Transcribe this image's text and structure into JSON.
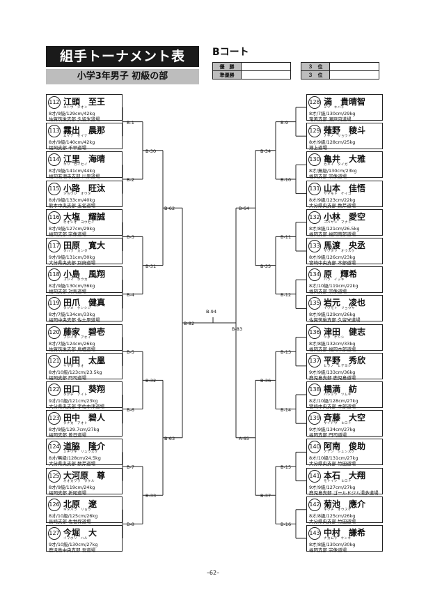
{
  "header": {
    "title": "組手トーナメント表",
    "subtitle": "小学3年男子 初級の部",
    "court": "Bコート"
  },
  "places": {
    "first": "優　勝",
    "second": "準優勝",
    "third": "３　位"
  },
  "left_players": [
    {
      "num": "112",
      "name": "江頭　至王",
      "kana": "エトウ　ジオン",
      "info": "8才/9級/129cm/42kg",
      "club": "佐賀筑後支部 久留米道場"
    },
    {
      "num": "113",
      "name": "霧出　晨那",
      "kana": "ムイデ　セイナ",
      "info": "8才/9級/140cm/42kg",
      "club": "福岡支部 千早道場"
    },
    {
      "num": "114",
      "name": "江里　海晴",
      "kana": "エリ　カイセイ",
      "info": "8才/9級/141cm/44kg",
      "club": "福岡若潮寺支部 川原道場"
    },
    {
      "num": "115",
      "name": "小路　旺汰",
      "kana": "ショウジ　オウタ",
      "info": "8才/9級/133cm/40kg",
      "club": "熊本中央支部 玉名道場"
    },
    {
      "num": "116",
      "name": "大塩　耀誠",
      "kana": "オオシオ　ヨウセイ",
      "info": "8才/9級/127cm/29kg",
      "club": "福岡支部 宗像道場"
    },
    {
      "num": "117",
      "name": "田原　寛大",
      "kana": "タハラ　カンタ",
      "info": "9才/9級/131cm/30kg",
      "club": "大分県央支部 別府道場"
    },
    {
      "num": "118",
      "name": "小島　風翔",
      "kana": "コジマ　ホウカ",
      "info": "8才/9級/130cm/36kg",
      "club": "福岡支部 対馬道場"
    },
    {
      "num": "119",
      "name": "田爪　健真",
      "kana": "タヅメ　ケンシン",
      "info": "8才/7級/134cm/33kg",
      "club": "福岡中央支部 佐土原道場"
    },
    {
      "num": "120",
      "name": "藤家　碧壱",
      "kana": "フジイエ　アオイ",
      "info": "8才/7級/124cm/26kg",
      "club": "佐賀筑後支部 鳥栖道場"
    },
    {
      "num": "121",
      "name": "山田　太凰",
      "kana": "ヤマダ　タオ",
      "info": "8才/10級/123cm/23.5kg",
      "club": "福岡支部 門司道場"
    },
    {
      "num": "122",
      "name": "田口　葵翔",
      "kana": "タグチ　アイト",
      "info": "9才/10級/121cm/23kg",
      "club": "大分県央支部 宇佐中津道場"
    },
    {
      "num": "123",
      "name": "田中　碧人",
      "kana": "タナカ　アオト",
      "info": "8才/9級/129.7cm/27kg",
      "club": "福岡支部 曽日道場"
    },
    {
      "num": "124",
      "name": "道脇　隆介",
      "kana": "ミチワキ　リュウスケ",
      "info": "8才/無級/128cm/24.5kg",
      "club": "大分県央支部 数芹道場"
    },
    {
      "num": "125",
      "name": "大河原　尊",
      "kana": "オオカワラ　タケル",
      "info": "8才/9級/119cm/24kg",
      "club": "福岡支部 折尾道場"
    },
    {
      "num": "126",
      "name": "北原　遼",
      "kana": "キタハラ　リョウ",
      "info": "8才/10級/125cm/26kg",
      "club": "長崎支部 佐世保道場"
    },
    {
      "num": "127",
      "name": "今堀　大",
      "kana": "イマホリ　ハル",
      "info": "9才/10級/130cm/27kg",
      "club": "鹿児島中央支部 吾道場"
    }
  ],
  "right_players": [
    {
      "num": "128",
      "name": "満　貴晴智",
      "kana": "ミツ　キハチ",
      "info": "8才/7級/130cm/29kg",
      "club": "奄美支部 瀬戸内道場"
    },
    {
      "num": "129",
      "name": "薙野　稜斗",
      "kana": "ナギノ　リョウト",
      "info": "8才/9級/128cm/25kg",
      "club": "淵上道場"
    },
    {
      "num": "130",
      "name": "亀井　大雅",
      "kana": "カメイ　タイガ",
      "info": "8才/無級/130cm/23kg",
      "club": "福岡支部 宗像道場"
    },
    {
      "num": "131",
      "name": "山本　佳悟",
      "kana": "ヤマモト　ケイゴ",
      "info": "8才/9級/123cm/22kg",
      "club": "大分県央支部 数芹道場"
    },
    {
      "num": "132",
      "name": "小林　愛空",
      "kana": "コバヤシ　マナト",
      "info": "8才/8級/121cm/26.5kg",
      "club": "福岡支部 福岡南部道場"
    },
    {
      "num": "133",
      "name": "馬渡　央丞",
      "kana": "マワタリ　オウスケ",
      "info": "8才/9級/126cm/23kg",
      "club": "宮崎中央支部 本部道場"
    },
    {
      "num": "134",
      "name": "原　輝希",
      "kana": "ハラ　イッキ",
      "info": "8才/10級/119cm/22kg",
      "club": "福岡支部 宗像道場"
    },
    {
      "num": "135",
      "name": "岩元　凌也",
      "kana": "イワモト　リョウヤ",
      "info": "8才/9級/129cm/26kg",
      "club": "佐賀筑後支部 久留米道場"
    },
    {
      "num": "136",
      "name": "津田　健志",
      "kana": "ツダ　ケンシ",
      "info": "8才/8級/132cm/33kg",
      "club": "福岡支部 福岡本部道場"
    },
    {
      "num": "137",
      "name": "平野　秀欣",
      "kana": "ヒラノ　ヒデヨシ",
      "info": "9才/9級/133cm/36kg",
      "club": "鹿児島支部 鹿児島道場"
    },
    {
      "num": "138",
      "name": "橋満　紡",
      "kana": "ハシミツ　ツムギ",
      "info": "8才/10級/128cm/27kg",
      "club": "宮崎中央支部 本部道場"
    },
    {
      "num": "139",
      "name": "斉藤　大空",
      "kana": "サイトウ　ヒロト",
      "info": "9才/9級/134cm/27kg",
      "club": "福岡支部 門司道場"
    },
    {
      "num": "140",
      "name": "阿南　俊助",
      "kana": "アナン　シュンスケ",
      "info": "8才/10級/131cm/27kg",
      "club": "大分県央支部 竹田道場"
    },
    {
      "num": "141",
      "name": "本石　大翔",
      "kana": "モトイシ　ヒロト",
      "info": "9才/9級/127cm/27kg",
      "club": "鹿児島支部 ゴールドジム湯多道場"
    },
    {
      "num": "142",
      "name": "菊池　應介",
      "kana": "キクチ　オウスケ",
      "info": "8才/8級/125cm/26kg",
      "club": "大分県央支部 竹田道場"
    },
    {
      "num": "143",
      "name": "中村　謙希",
      "kana": "ナカムラ　ケンキ",
      "info": "8才/8級/130cm/30kg",
      "club": "福岡支部 宗像道場"
    }
  ],
  "matches": {
    "r1_left": [
      "B-1",
      "B-2",
      "B-3",
      "B-4",
      "B-5",
      "B-6",
      "B-7",
      "B-8"
    ],
    "r1_right": [
      "B-9",
      "B-10",
      "B-11",
      "B-12",
      "B-13",
      "B-14",
      "B-15",
      "B-16"
    ],
    "r2_left": [
      "B-30",
      "B-31",
      "B-32",
      "B-33"
    ],
    "r2_right": [
      "B-34",
      "B-35",
      "B-36",
      "B-37"
    ],
    "r3_left": [
      "B-62",
      "B-63"
    ],
    "r3_right": [
      "B-64",
      "A-65"
    ],
    "semi_left": "B-82",
    "semi_right": "B-83",
    "final": "B-94"
  },
  "footer": {
    "page": "–62–"
  }
}
